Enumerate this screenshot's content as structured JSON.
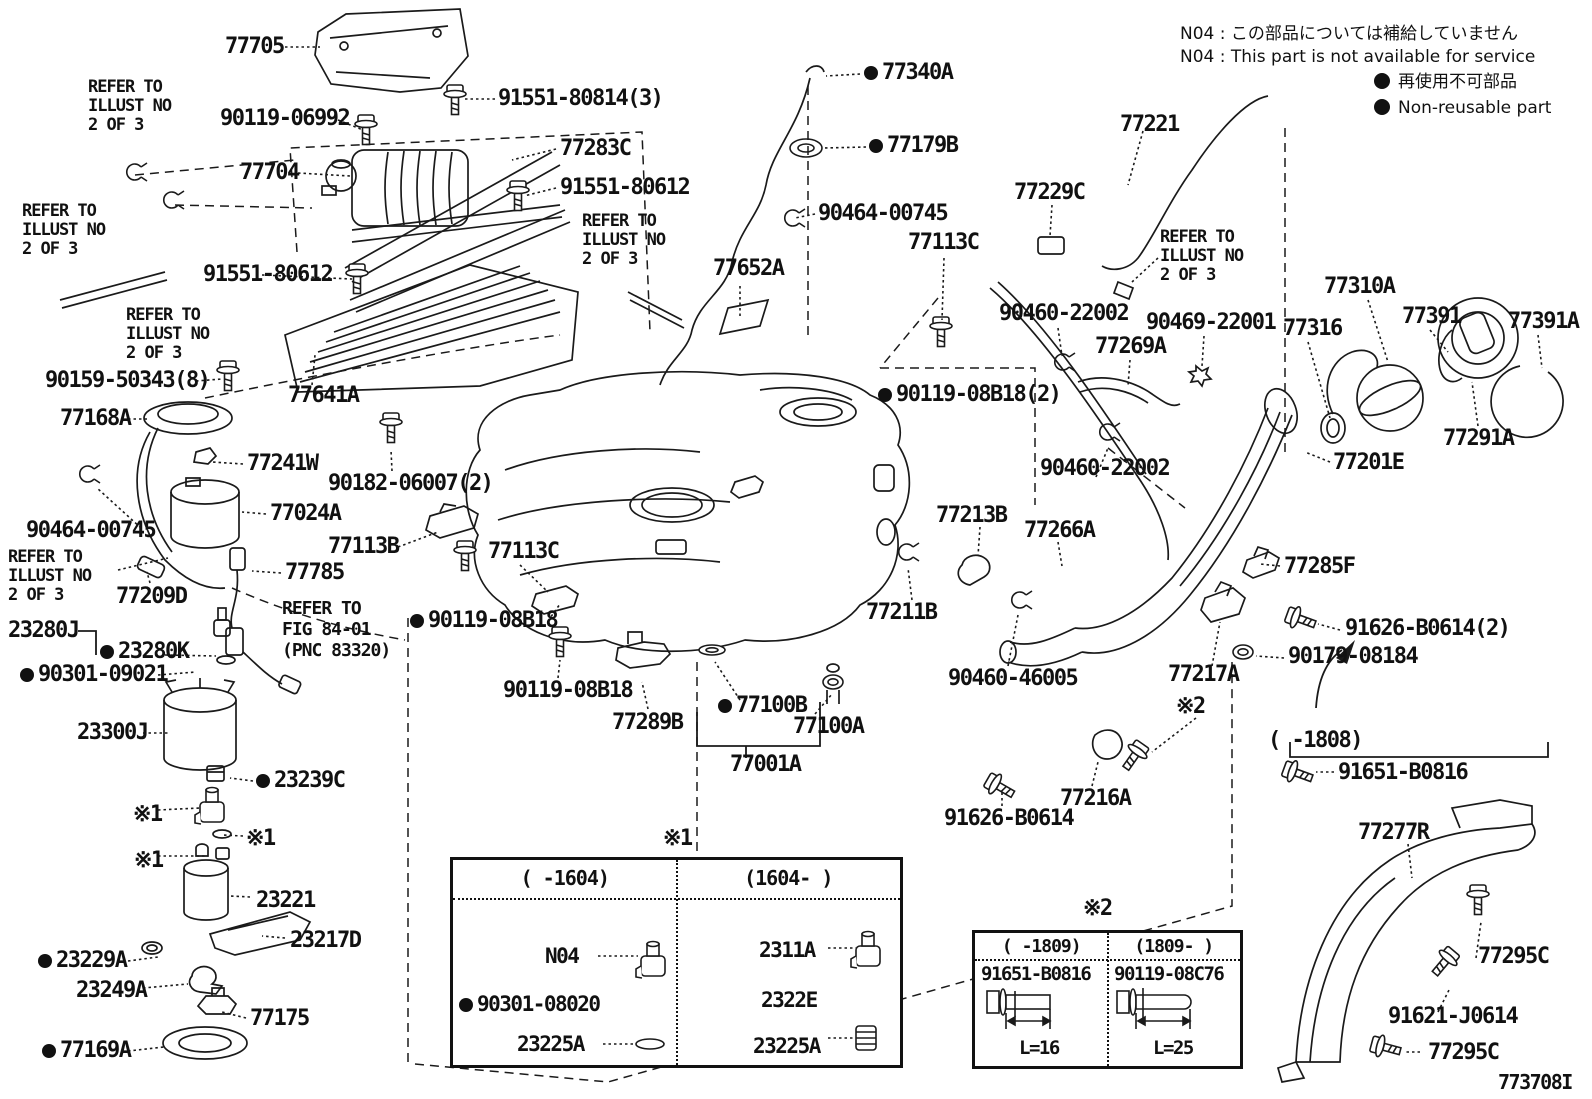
{
  "notes": {
    "n04_jp": "N04 : この部品については補給していません",
    "n04_en": "N04 : This part is not available for service",
    "legend_jp": "再使用不可部品",
    "legend_en": "Non-reusable part"
  },
  "refs": {
    "illust": [
      "REFER TO",
      "ILLUST NO",
      "2 OF 3"
    ],
    "fig": [
      "REFER TO",
      "FIG 84-01",
      "(PNC 83320)"
    ]
  },
  "symbols": {
    "star1": "※1",
    "star2": "※2"
  },
  "labels": {
    "p77705": "77705",
    "p90119_06992": "90119-06992",
    "p91551_80814": "91551-80814(3)",
    "p77704": "77704",
    "p77283C": "77283C",
    "p91551_80612": "91551-80612",
    "p77340A": "77340A",
    "p77179B": "77179B",
    "p90464_00745": "90464-00745",
    "p77113C": "77113C",
    "p77652A": "77652A",
    "p77221": "77221",
    "p77229C": "77229C",
    "p90460_22002": "90460-22002",
    "p90469_22001": "90469-22001",
    "p77269A": "77269A",
    "p90119_08B18_2": "90119-08B18(2)",
    "p77310A": "77310A",
    "p77316": "77316",
    "p77391": "77391",
    "p77391A": "77391A",
    "p77291A": "77291A",
    "p77201E": "77201E",
    "p90159_50343": "90159-50343(8)",
    "p77168A": "77168A",
    "p77641A": "77641A",
    "p77241W": "77241W",
    "p90182_06007": "90182-06007(2)",
    "p77024A": "77024A",
    "p77113B": "77113B",
    "p77785": "77785",
    "p77209D": "77209D",
    "p23280J": "23280J",
    "p23280K": "23280K",
    "p90301_09021": "90301-09021",
    "p90119_08B18": "90119-08B18",
    "p23300J": "23300J",
    "p77289B": "77289B",
    "p77100B": "77100B",
    "p77100A": "77100A",
    "p77001A": "77001A",
    "p23239C": "23239C",
    "p23221": "23221",
    "p23217D": "23217D",
    "p23229A": "23229A",
    "p23249A": "23249A",
    "p77175": "77175",
    "p77169A": "77169A",
    "p77213B": "77213B",
    "p77266A": "77266A",
    "p77211B": "77211B",
    "p90460_46005": "90460-46005",
    "p91626_B0614": "91626-B0614",
    "p77216A": "77216A",
    "p77217A": "77217A",
    "p77285F": "77285F",
    "p91626_B0614_2": "91626-B0614(2)",
    "p90179_08184": "90179-08184",
    "p91651_B0816": "91651-B0816",
    "p77277R": "77277R",
    "p77295C": "77295C",
    "p91621_J0614": "91621-J0614",
    "range_1808": "(   -1808)",
    "drawing_code": "773708I"
  },
  "table1": {
    "title": "※1",
    "col1_header": "(  -1604)",
    "col2_header": "(1604-   )",
    "c1_item1": "N04",
    "c1_item2": "90301-08020",
    "c1_item3": "23225A",
    "c2_item1": "2311A",
    "c2_item2": "2322E",
    "c2_item3": "23225A"
  },
  "table2": {
    "title": "※2",
    "col1_header": "(  -1809)",
    "col2_header": "(1809-   )",
    "c1_part": "91651-B0816",
    "c2_part": "90119-08C76",
    "c1_len": "L=16",
    "c2_len": "L=25"
  }
}
